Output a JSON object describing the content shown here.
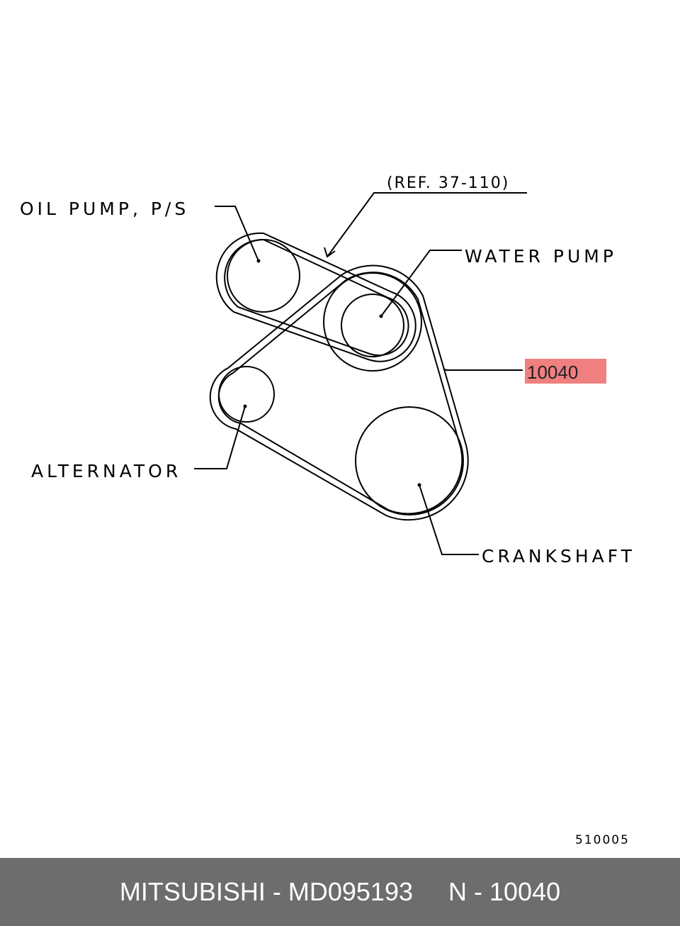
{
  "diagram": {
    "ref_label": "(REF. 37-110)",
    "labels": {
      "oil_pump": "OIL PUMP, P/S",
      "water_pump": "WATER PUMP",
      "alternator": "ALTERNATOR",
      "crankshaft": "CRANKSHAFT"
    },
    "part_number_tag": "10040",
    "highlight_color": "#f08080",
    "drawing_code": "510005"
  },
  "footer": {
    "brand": "MITSUBISHI",
    "separator": " - ",
    "part_number": "MD095193",
    "gap": "     ",
    "reference": "N - 10040"
  },
  "colors": {
    "footer_background": "#6d6d6d",
    "footer_text": "#ffffff",
    "line": "#000000"
  }
}
